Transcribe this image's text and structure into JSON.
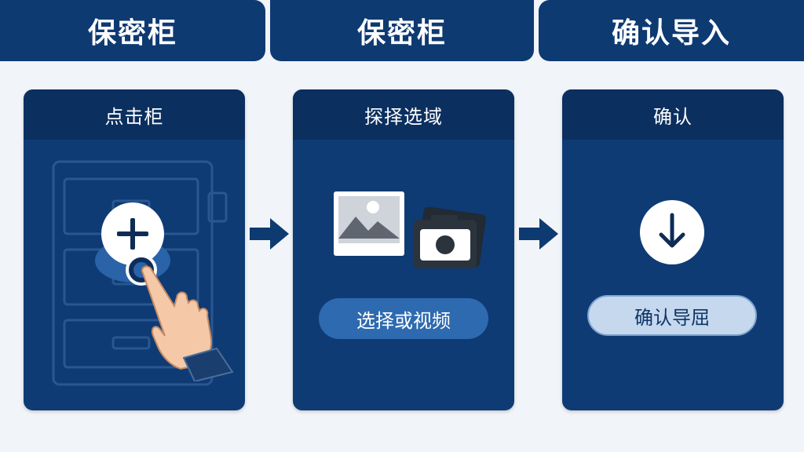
{
  "header": {
    "tabs": [
      {
        "label": "保密柜"
      },
      {
        "label": "保密柜"
      },
      {
        "label": "确认导入"
      }
    ]
  },
  "steps": [
    {
      "title": "点击柜",
      "icons": [
        "safe-cabinet-icon",
        "plus-icon",
        "hand-pointer-icon"
      ]
    },
    {
      "title": "探择选域",
      "button_label": "选择或视频",
      "icons": [
        "image-icon",
        "camera-icon"
      ]
    },
    {
      "title": "确认",
      "button_label": "确认导屈",
      "icons": [
        "download-arrow-icon"
      ]
    }
  ],
  "colors": {
    "navy": "#0e3a72",
    "panel": "#0f3b75",
    "panel_head": "#0b2f5f",
    "background": "#f1f4f8",
    "button_blue": "#2e6ab0",
    "button_light": "#c5d8ee"
  }
}
